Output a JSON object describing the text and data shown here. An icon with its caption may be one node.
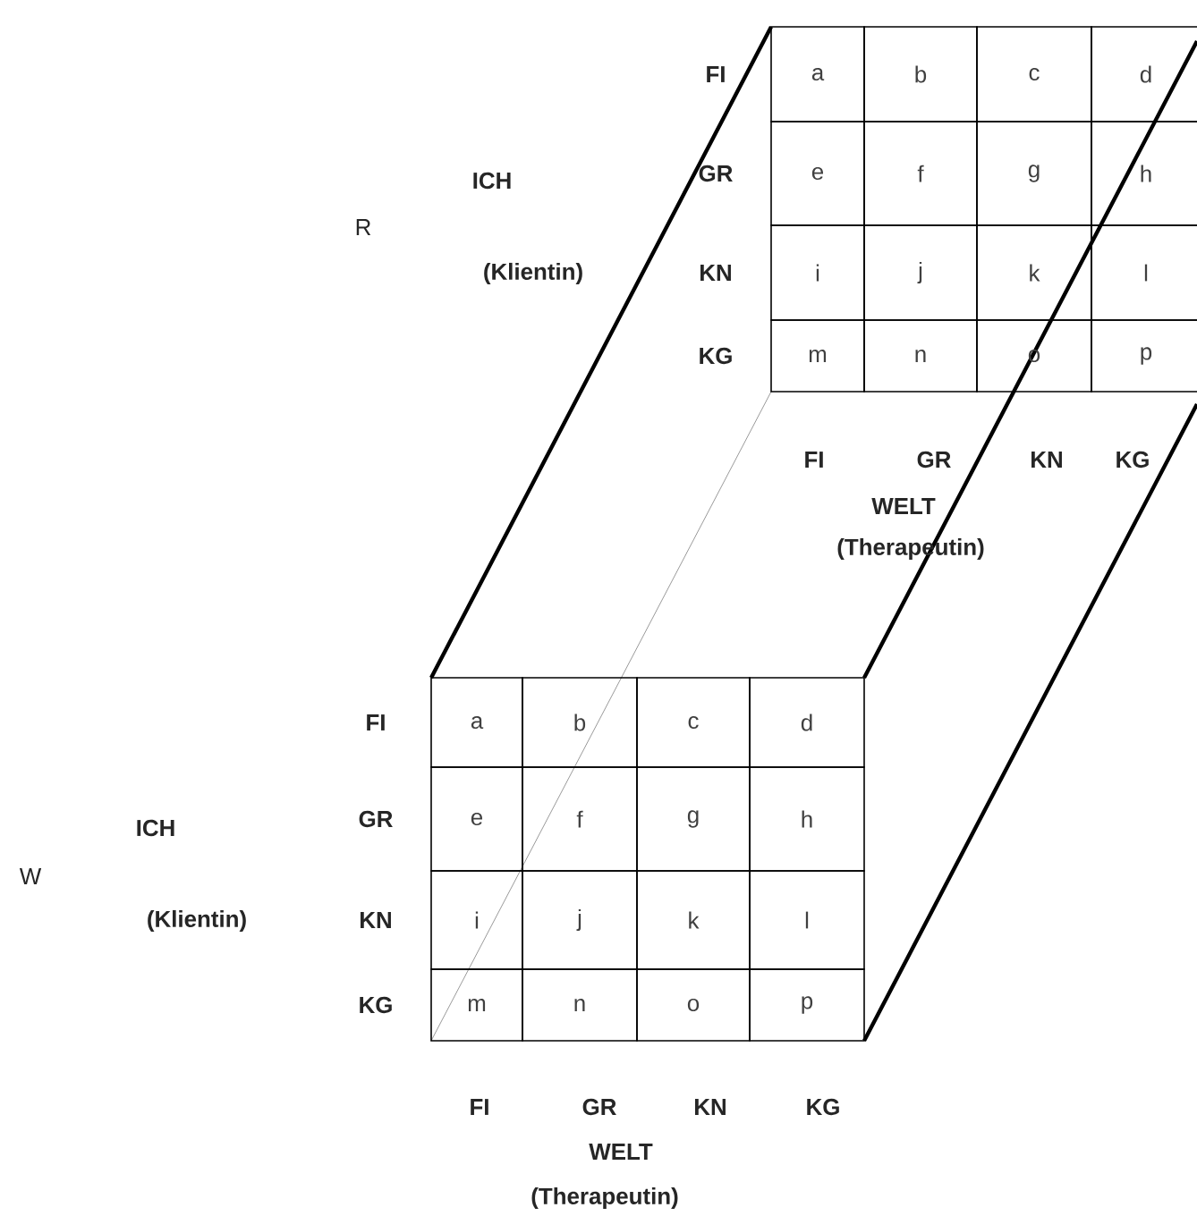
{
  "diagram": {
    "labels": [
      "R",
      "ICH",
      "(Klientin)",
      "FI",
      "a",
      "b",
      "c",
      "d",
      "GR",
      "e",
      "f",
      "g",
      "h",
      "KN",
      "i",
      "j",
      "k",
      "l",
      "KG",
      "m",
      "n",
      "o",
      "p",
      "FI",
      "GR",
      "KN",
      "KG",
      "WELT",
      "(Therapeutin)",
      "W",
      "ICH",
      "(Klientin)",
      "FI",
      "a",
      "b",
      "c",
      "d",
      "GR",
      "e",
      "f",
      "g",
      "h",
      "KN",
      "i",
      "j",
      "k",
      "l",
      "KG",
      "m",
      "n",
      "o",
      "p",
      "FI",
      "GR",
      "KN",
      "KG",
      "WELT",
      "(Therapeutin)"
    ]
  }
}
